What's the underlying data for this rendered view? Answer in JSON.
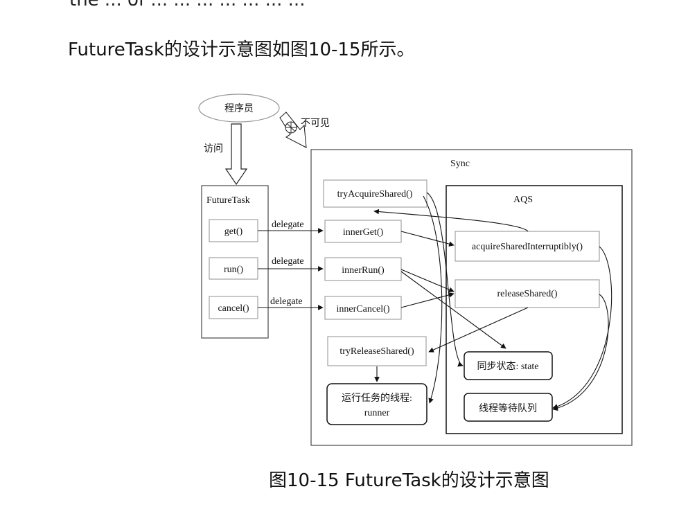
{
  "top_partial_text": "the ... of ... ... ... ... ... ... ...",
  "intro_text": "FutureTask的设计示意图如图10-15所示。",
  "caption": "图10-15 FutureTask的设计示意图",
  "diagram": {
    "programmer": "程序员",
    "access": "访问",
    "invisible": "不可见",
    "sync_label": "Sync",
    "aqs_label": "AQS",
    "futuretask_label": "FutureTask",
    "get": "get()",
    "run": "run()",
    "cancel": "cancel()",
    "delegate": "delegate",
    "try_acquire_shared": "tryAcquireShared()",
    "inner_get": "innerGet()",
    "inner_run": "innerRun()",
    "inner_cancel": "innerCancel()",
    "try_release_shared": "tryReleaseShared()",
    "runner_line1": "运行任务的线程:",
    "runner_line2": "runner",
    "acquire_shared_interruptibly": "acquireSharedInterruptibly()",
    "release_shared": "releaseShared()",
    "sync_state": "同步状态:  state",
    "thread_queue": "线程等待队列"
  }
}
